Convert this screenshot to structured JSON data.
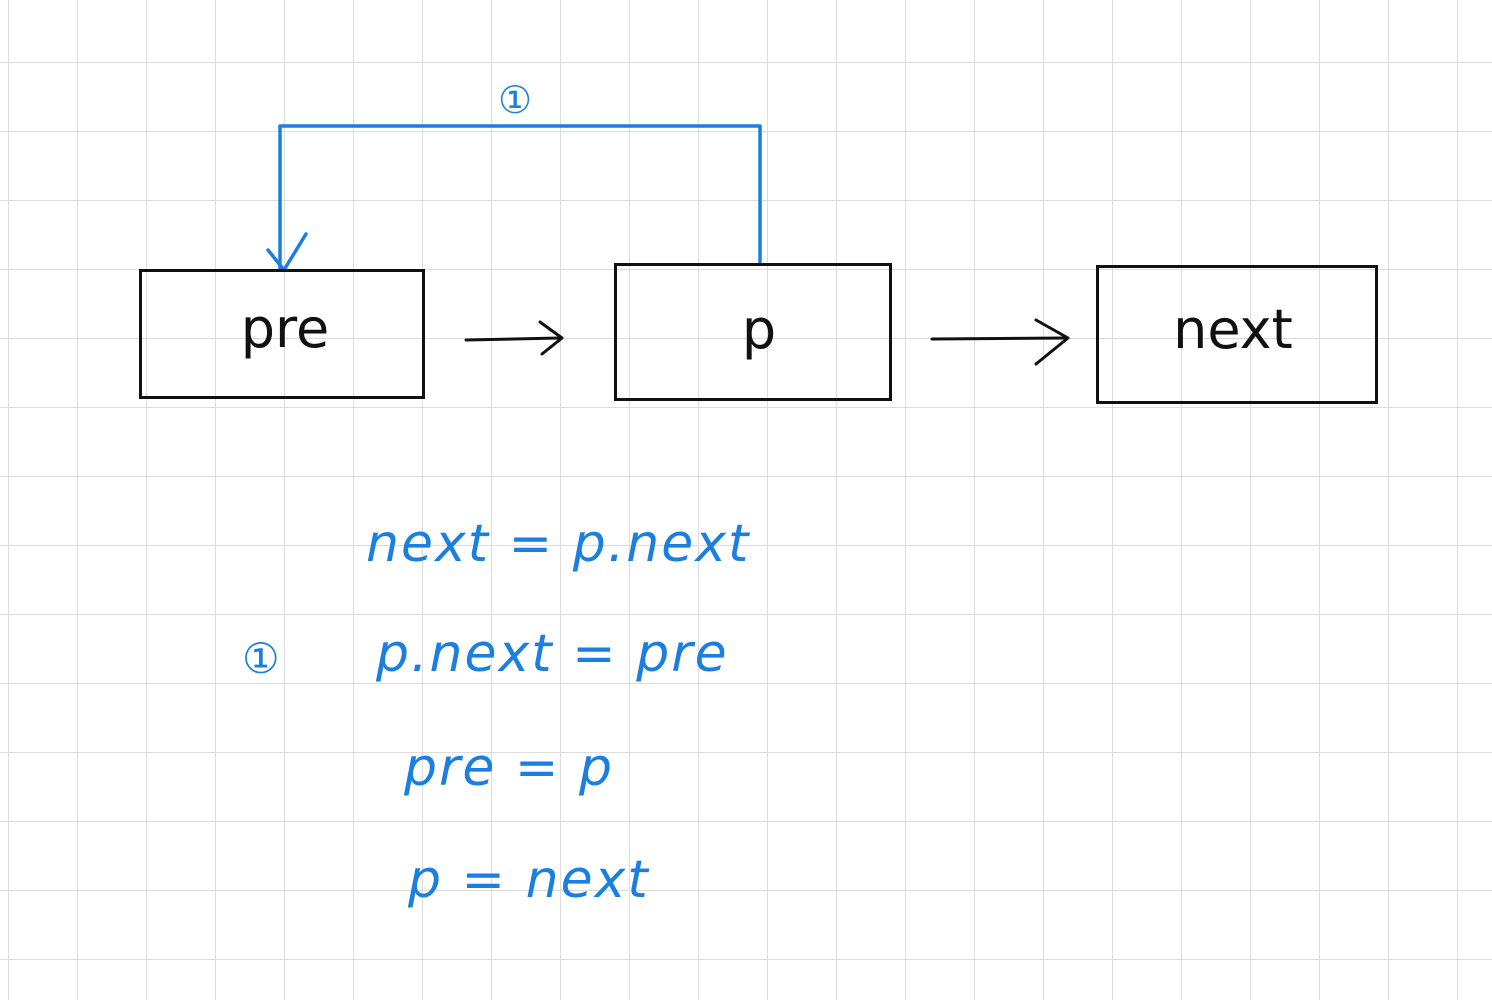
{
  "nodes": {
    "pre": "pre",
    "p": "p",
    "next": "next"
  },
  "annotations": {
    "step_marker_top": "①",
    "step_marker_side": "①"
  },
  "code": {
    "line1": "next = p.next",
    "line2": "p.next = pre",
    "line3": "pre = p",
    "line4": "p = next"
  },
  "colors": {
    "ink": "#111111",
    "annotation": "#1a7fe0",
    "grid": "#dcdcdc"
  }
}
